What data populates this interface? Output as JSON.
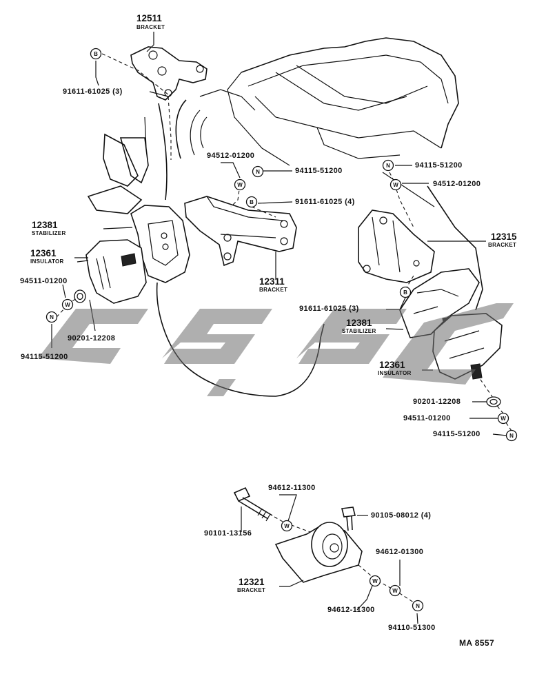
{
  "parts": {
    "p12511": {
      "number": "12511",
      "name": "BRACKET"
    },
    "p12381_left": {
      "number": "12381",
      "name": "STABILIZER"
    },
    "p12361_left": {
      "number": "12361",
      "name": "INSULATOR"
    },
    "p12311": {
      "number": "12311",
      "name": "BRACKET"
    },
    "p12315": {
      "number": "12315",
      "name": "BRACKET"
    },
    "p12381_right": {
      "number": "12381",
      "name": "STABILIZER"
    },
    "p12361_right": {
      "number": "12361",
      "name": "INSULATOR"
    },
    "p12321": {
      "number": "12321",
      "name": "BRACKET"
    }
  },
  "fasteners": {
    "f91611_top": "91611-61025 (3)",
    "f94512_mid": "94512-01200",
    "f94115_mid": "94115-51200",
    "f91611_mid": "91611-61025 (4)",
    "f94511_left": "94511-01200",
    "f90201_left": "90201-12208",
    "f94115_left": "94115-51200",
    "f94115_right_top": "94115-51200",
    "f94512_right_top": "94512-01200",
    "f91611_right": "91611-61025 (3)",
    "f90201_right": "90201-12208",
    "f94511_right": "94511-01200",
    "f94115_right": "94115-51200",
    "f94612_top": "94612-11300",
    "f90105": "90105-08012 (4)",
    "f90101": "90101-13156",
    "f94612_right": "94612-01300",
    "f94612_bottom": "94612-11300",
    "f94110": "94110-51300"
  },
  "symbols": {
    "bolt": "B",
    "nut": "N",
    "washer": "W"
  },
  "reference": "MA  8557",
  "watermark": {
    "color": "#6e6e6e"
  }
}
